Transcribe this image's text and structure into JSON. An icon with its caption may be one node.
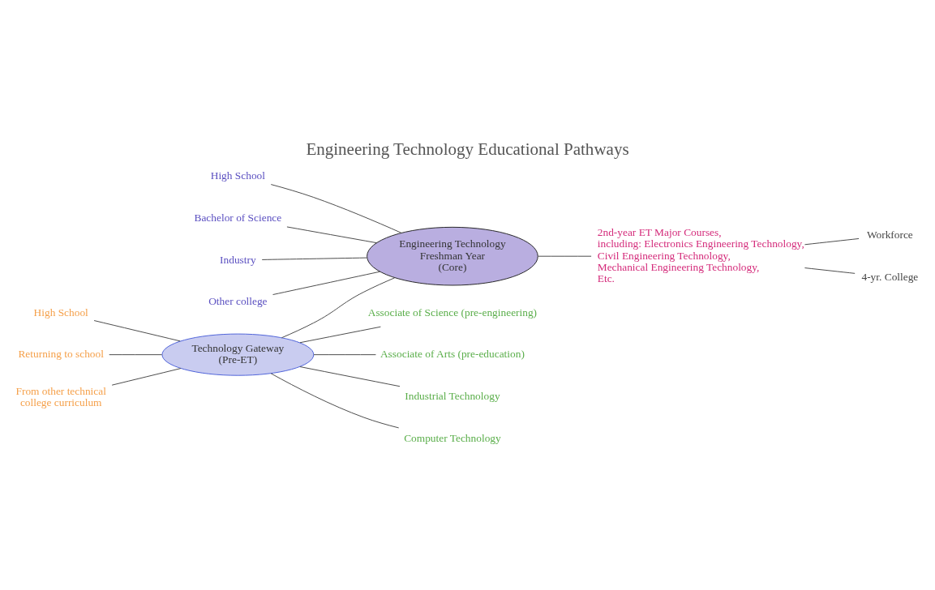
{
  "diagram": {
    "title": "Engineering Technology Educational Pathways",
    "nodes": [
      {
        "text": [
          "Technology Gateway (Pre-ET)"
        ]
      },
      {
        "text": [
          "High School"
        ]
      },
      {
        "text": [
          "Returning to school"
        ]
      },
      {
        "text": [
          "From other technical college curriculum"
        ]
      },
      {
        "text": [
          "Associate of Science (pre-engineering)"
        ]
      },
      {
        "text": [
          "Associate of Arts (pre-education)"
        ]
      },
      {
        "text": [
          "Industrial Technology"
        ]
      },
      {
        "text": [
          "Computer Technology"
        ]
      },
      {
        "text": [
          "Engineering Technology Freshman Year (Core)"
        ]
      },
      {
        "text": [
          "High School"
        ]
      },
      {
        "text": [
          "Bachelor of Science"
        ]
      },
      {
        "text": [
          "Industry"
        ]
      },
      {
        "text": [
          "Other college"
        ]
      },
      {
        "text": [
          "2nd-year ET Major Courses, including: Electronics Engineering Technology, Civil Engineering Technology, Mechanical Engineering Technology, Etc."
        ]
      },
      {
        "text": [
          "Workforce"
        ]
      },
      {
        "text": [
          "4-yr. College"
        ]
      }
    ],
    "edges": [
      {
        "from": 1,
        "to": 0,
        "arrow": "none"
      },
      {
        "from": 2,
        "to": 0,
        "arrow": "none"
      },
      {
        "from": 3,
        "to": 0,
        "arrow": "none"
      },
      {
        "from": 0,
        "to": 4,
        "arrow": "none"
      },
      {
        "from": 0,
        "to": 5,
        "arrow": "none"
      },
      {
        "from": 0,
        "to": 6,
        "arrow": "none"
      },
      {
        "from": 0,
        "to": 7,
        "arrow": "none"
      },
      {
        "from": 0,
        "to": 8,
        "arrow": "none"
      },
      {
        "from": 9,
        "to": 8,
        "arrow": "none"
      },
      {
        "from": 10,
        "to": 8,
        "arrow": "none"
      },
      {
        "from": 11,
        "to": 8,
        "arrow": "none"
      },
      {
        "from": 12,
        "to": 8,
        "arrow": "none"
      },
      {
        "from": 8,
        "to": 13,
        "arrow": "none"
      },
      {
        "from": 13,
        "to": 14,
        "arrow": "none"
      },
      {
        "from": 13,
        "to": 15,
        "arrow": "none"
      }
    ]
  }
}
